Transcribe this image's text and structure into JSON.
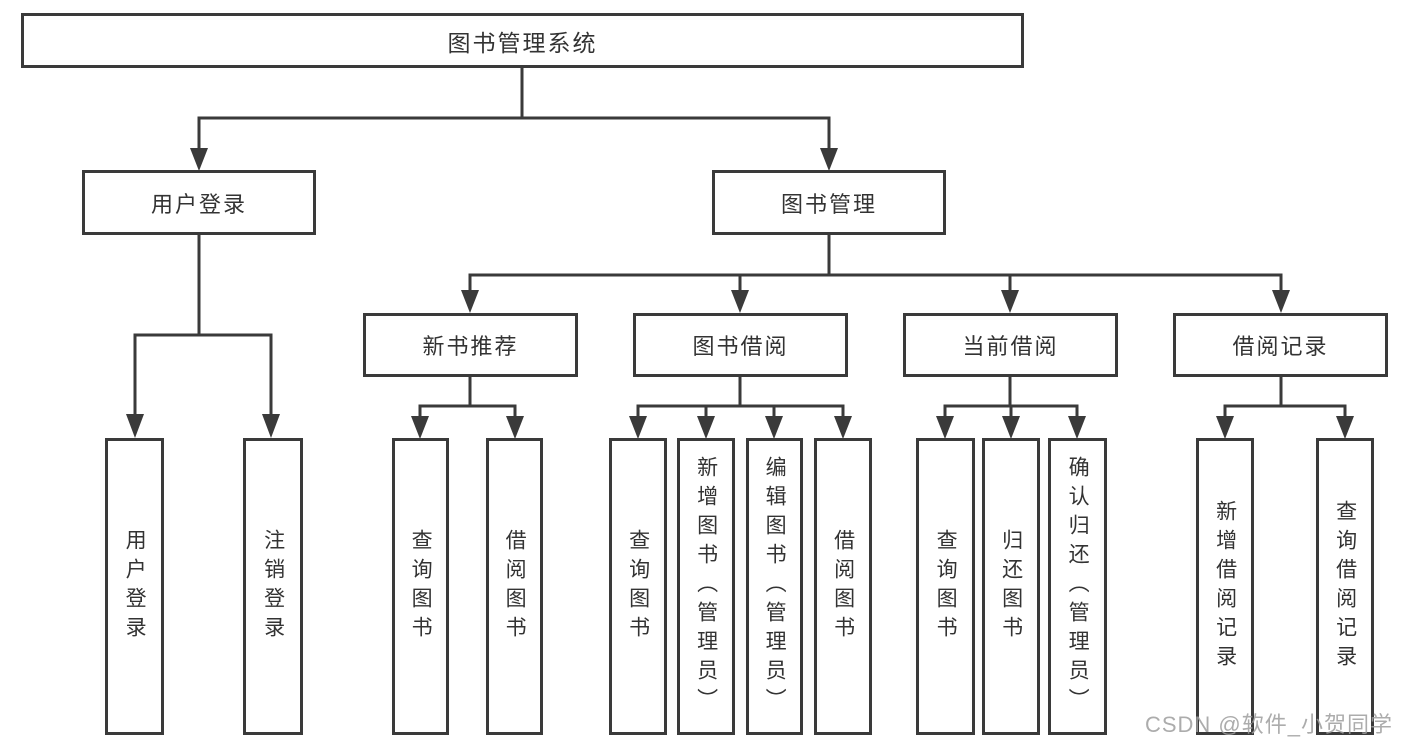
{
  "colors": {
    "line": "#3a3a3a",
    "box_border": "#3a3a3a",
    "text": "#333333",
    "background": "#ffffff",
    "watermark": "#9e9e9e"
  },
  "tree": {
    "label": "图书管理系统",
    "children": [
      {
        "label": "用户登录",
        "children": [
          {
            "label": "用户登录"
          },
          {
            "label": "注销登录"
          }
        ]
      },
      {
        "label": "图书管理",
        "children": [
          {
            "label": "新书推荐",
            "children": [
              {
                "label": "查询图书"
              },
              {
                "label": "借阅图书"
              }
            ]
          },
          {
            "label": "图书借阅",
            "children": [
              {
                "label": "查询图书"
              },
              {
                "label": "新增图书（管理员）"
              },
              {
                "label": "编辑图书（管理员）"
              },
              {
                "label": "借阅图书"
              }
            ]
          },
          {
            "label": "当前借阅",
            "children": [
              {
                "label": "查询图书"
              },
              {
                "label": "归还图书"
              },
              {
                "label": "确认归还（管理员）"
              }
            ]
          },
          {
            "label": "借阅记录",
            "children": [
              {
                "label": "新增借阅记录"
              },
              {
                "label": "查询借阅记录"
              }
            ]
          }
        ]
      }
    ]
  },
  "watermark": {
    "text": "CSDN @软件_小贺同学"
  }
}
